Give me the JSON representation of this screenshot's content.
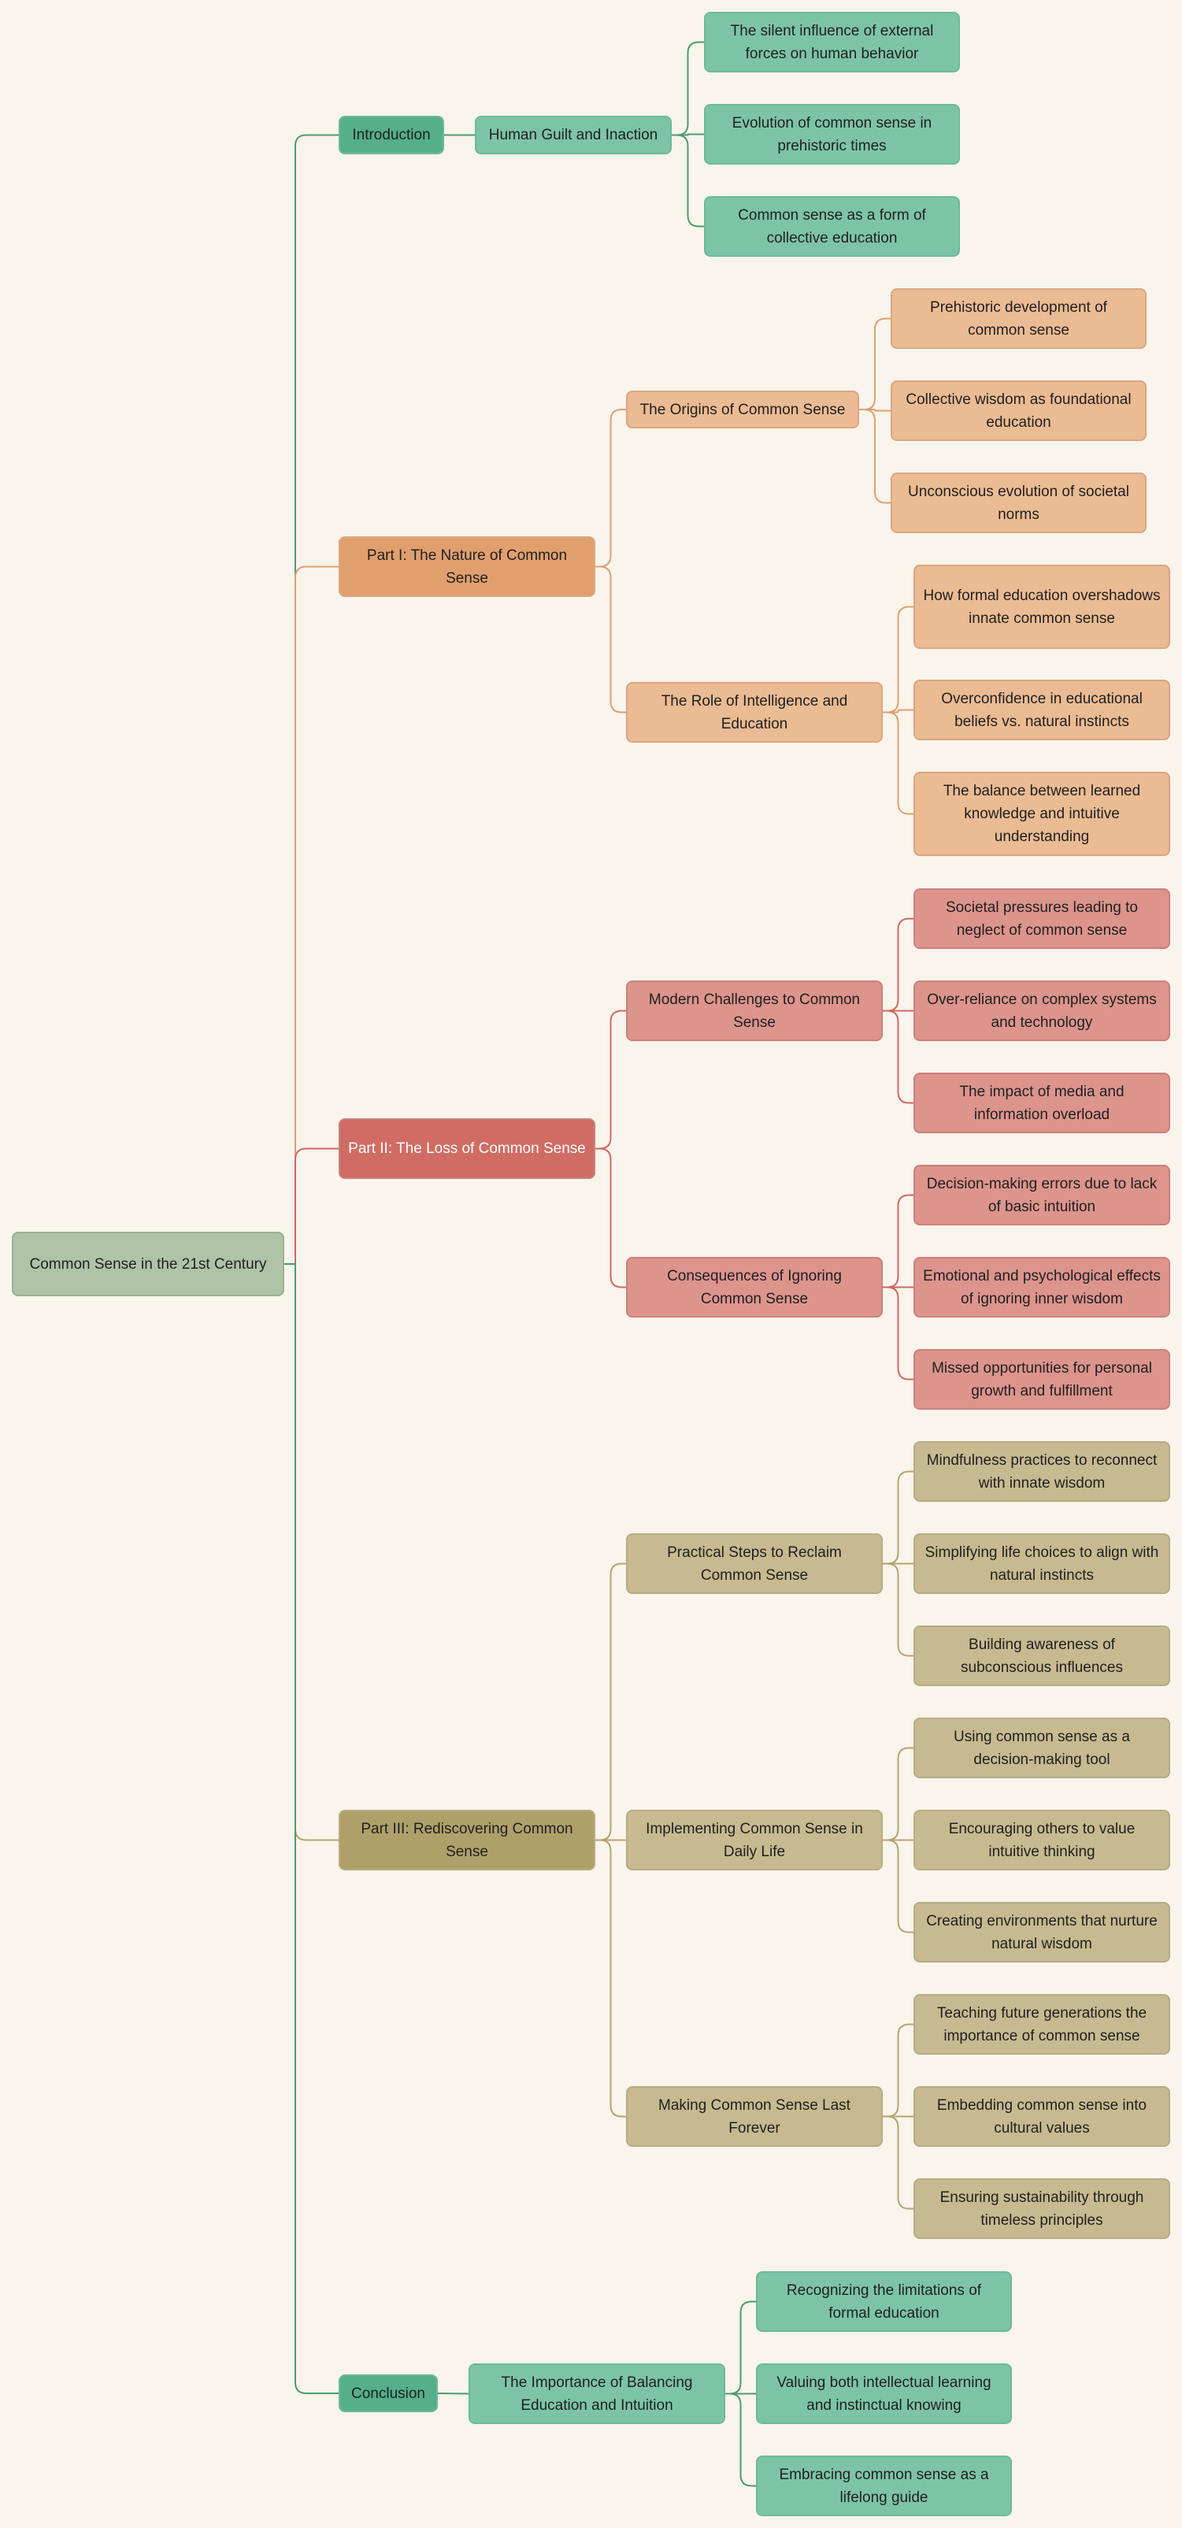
{
  "colors": {
    "background": "#f9f4ec",
    "root": {
      "fill": "#afc3a7",
      "stroke": "#9bb293",
      "line": "#4d9a73"
    },
    "green": {
      "section": "#55af8a",
      "child": "#7dc4a7",
      "stroke": "#6cb99a",
      "line": "#4d9a73"
    },
    "orange": {
      "section": "#e19f6e",
      "child": "#ebbb93",
      "stroke": "#dca57f",
      "line": "#dea06f"
    },
    "red": {
      "section": "#d06c63",
      "child": "#dc948d",
      "stroke": "#cc807a",
      "line": "#cd6a62"
    },
    "olive": {
      "section": "#afa06a",
      "child": "#c7ba90",
      "stroke": "#b8ab82",
      "line": "#b7a46c"
    }
  },
  "mindmap": {
    "root": "Common Sense in the 21st Century",
    "sections": [
      {
        "label": "Introduction",
        "theme": "green",
        "topics": [
          {
            "label": "Human Guilt and Inaction",
            "points": [
              "The silent influence of external forces on human behavior",
              "Evolution of common sense in prehistoric times",
              "Common sense as a form of collective education"
            ]
          }
        ]
      },
      {
        "label": "Part I: The Nature of Common Sense",
        "theme": "orange",
        "topics": [
          {
            "label": "The Origins of Common Sense",
            "points": [
              "Prehistoric development of common sense",
              "Collective wisdom as foundational education",
              "Unconscious evolution of societal norms"
            ]
          },
          {
            "label": "The Role of Intelligence and Education",
            "points": [
              "How formal education overshadows innate common sense",
              "Overconfidence in educational beliefs vs. natural instincts",
              "The balance between learned knowledge and intuitive understanding"
            ]
          }
        ]
      },
      {
        "label": "Part II: The Loss of Common Sense",
        "theme": "red",
        "topics": [
          {
            "label": "Modern Challenges to Common Sense",
            "points": [
              "Societal pressures leading to neglect of common sense",
              "Over-reliance on complex systems and technology",
              "The impact of media and information overload"
            ]
          },
          {
            "label": "Consequences of Ignoring Common Sense",
            "points": [
              "Decision-making errors due to lack of basic intuition",
              "Emotional and psychological effects of ignoring inner wisdom",
              "Missed opportunities for personal growth and fulfillment"
            ]
          }
        ]
      },
      {
        "label": "Part III: Rediscovering Common Sense",
        "theme": "olive",
        "topics": [
          {
            "label": "Practical Steps to Reclaim Common Sense",
            "points": [
              "Mindfulness practices to reconnect with innate wisdom",
              "Simplifying life choices to align with natural instincts",
              "Building awareness of subconscious influences"
            ]
          },
          {
            "label": "Implementing Common Sense in Daily Life",
            "points": [
              "Using common sense as a decision-making tool",
              "Encouraging others to value intuitive thinking",
              "Creating environments that nurture natural wisdom"
            ]
          },
          {
            "label": "Making Common Sense Last Forever",
            "points": [
              "Teaching future generations the importance of common sense",
              "Embedding common sense into cultural values",
              "Ensuring sustainability through timeless principles"
            ]
          }
        ]
      },
      {
        "label": "Conclusion",
        "theme": "green",
        "topics": [
          {
            "label": "The Importance of Balancing Education and Intuition",
            "points": [
              "Recognizing the limitations of formal education",
              "Valuing both intellectual learning and instinctual knowing",
              "Embracing common sense as a lifelong guide"
            ]
          }
        ]
      }
    ]
  }
}
